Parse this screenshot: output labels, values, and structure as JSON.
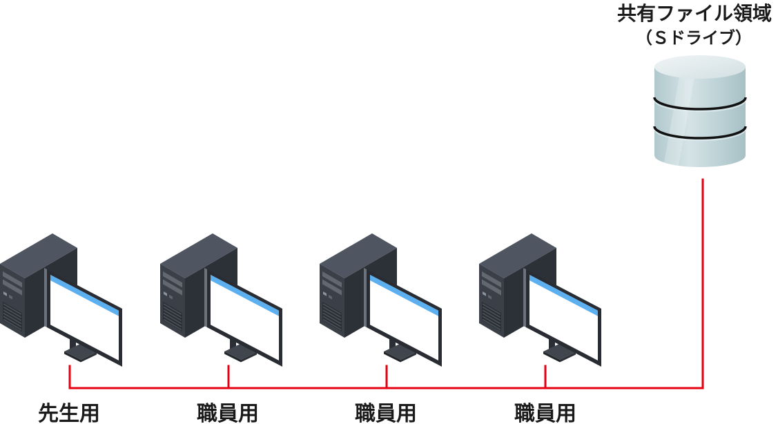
{
  "server": {
    "title": "共有ファイル領域",
    "subtitle": "（Ｓドライブ）",
    "icon": "database-icon"
  },
  "computers": [
    {
      "label": "先生用",
      "icon": "desktop-computer-icon"
    },
    {
      "label": "職員用",
      "icon": "desktop-computer-icon"
    },
    {
      "label": "職員用",
      "icon": "desktop-computer-icon"
    },
    {
      "label": "職員用",
      "icon": "desktop-computer-icon"
    }
  ],
  "colors": {
    "connection_line": "#e60012",
    "computer_body": "#3a3f48",
    "screen_title_bar": "#5cb0ef",
    "database_body": "#c3d7db"
  }
}
